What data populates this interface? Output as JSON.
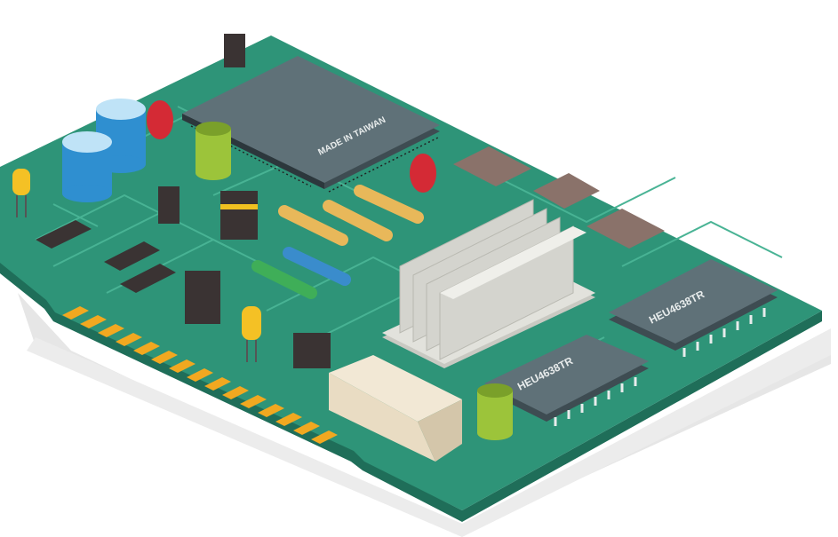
{
  "illustration": {
    "chip_main_label": "MADE IN TAIWAN",
    "ic_labels": [
      "HEU4638TR",
      "HEU4638TR"
    ]
  },
  "colors": {
    "board": "#2e9478",
    "board_edge": "#1f6e59",
    "trace": "#48b394",
    "chip": "#5f7178",
    "chip_dark": "#3e4c52",
    "gold": "#f1a820",
    "heatsink": "#dcdcd6",
    "connector": "#e9dcc3",
    "capacitor_blue": "#2f8fd0",
    "capacitor_green": "#9cc43a",
    "red": "#d42a35",
    "led_yellow": "#f4c125",
    "brown": "#8a726a",
    "shadow": "#e6e6e6"
  }
}
